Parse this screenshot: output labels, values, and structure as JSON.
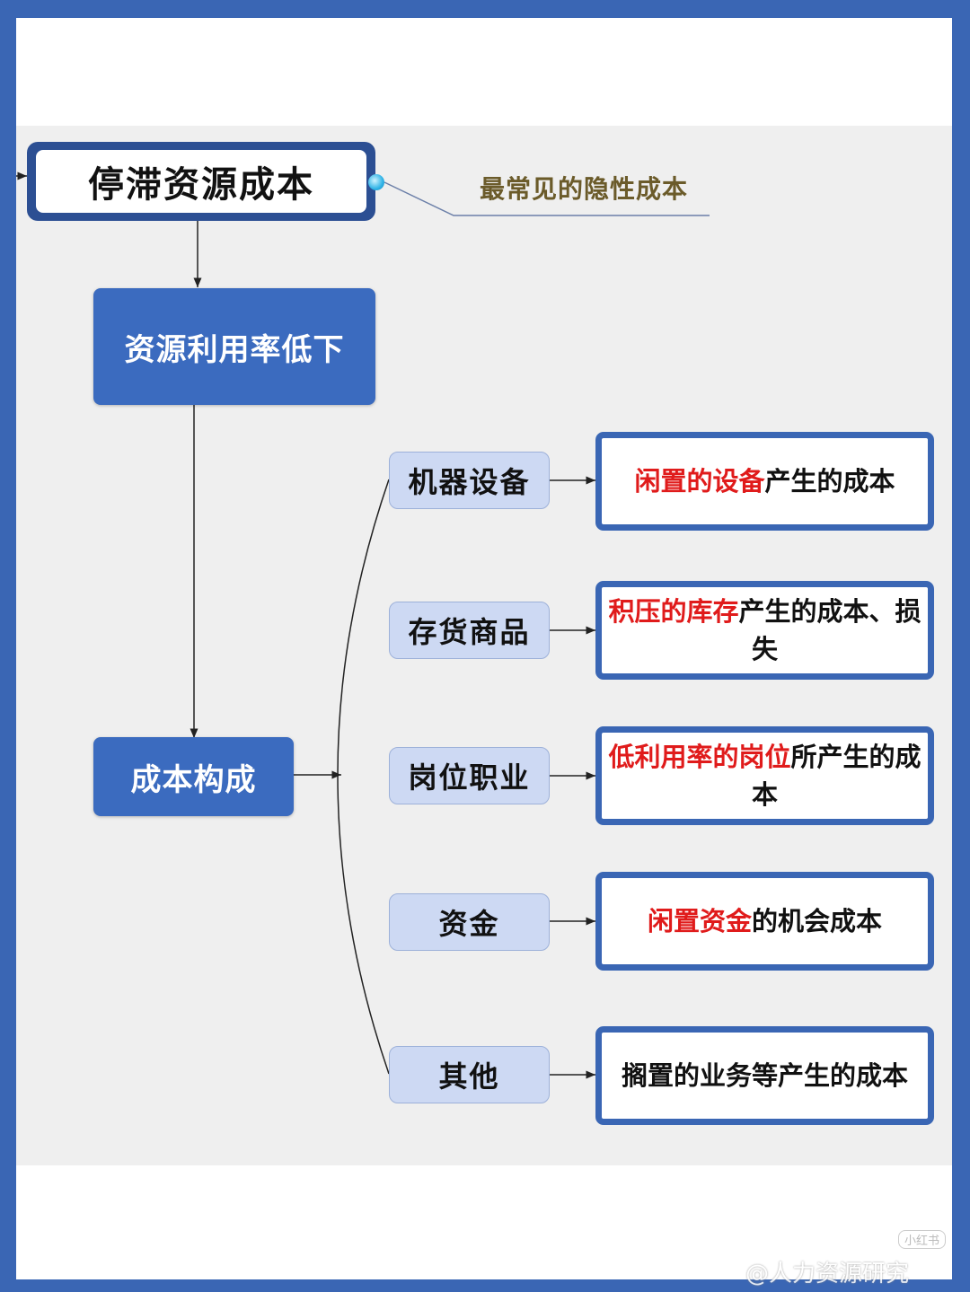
{
  "root": {
    "title": "停滞资源成本",
    "note": "最常见的隐性成本"
  },
  "level1": {
    "label": "资源利用率低下"
  },
  "level2": {
    "label": "成本构成"
  },
  "categories": [
    {
      "label": "机器设备",
      "result_red": "闲置的设备",
      "result_black": "产生的成本"
    },
    {
      "label": "存货商品",
      "result_red": "积压的库存",
      "result_black": "产生的成本、损失"
    },
    {
      "label": "岗位职业",
      "result_red": "低利用率的岗位",
      "result_black": "所产生的成本"
    },
    {
      "label": "资金",
      "result_red": "闲置资金",
      "result_black": "的机会成本"
    },
    {
      "label": "其他",
      "result_red": "",
      "result_black": "搁置的业务等产生的成本"
    }
  ],
  "watermark": {
    "text": "@人力资源研究",
    "badge": "小红书"
  },
  "colors": {
    "accent_blue": "#3b6bbf",
    "highlight_red": "#e01b1b",
    "note_color": "#6b5b2a"
  }
}
